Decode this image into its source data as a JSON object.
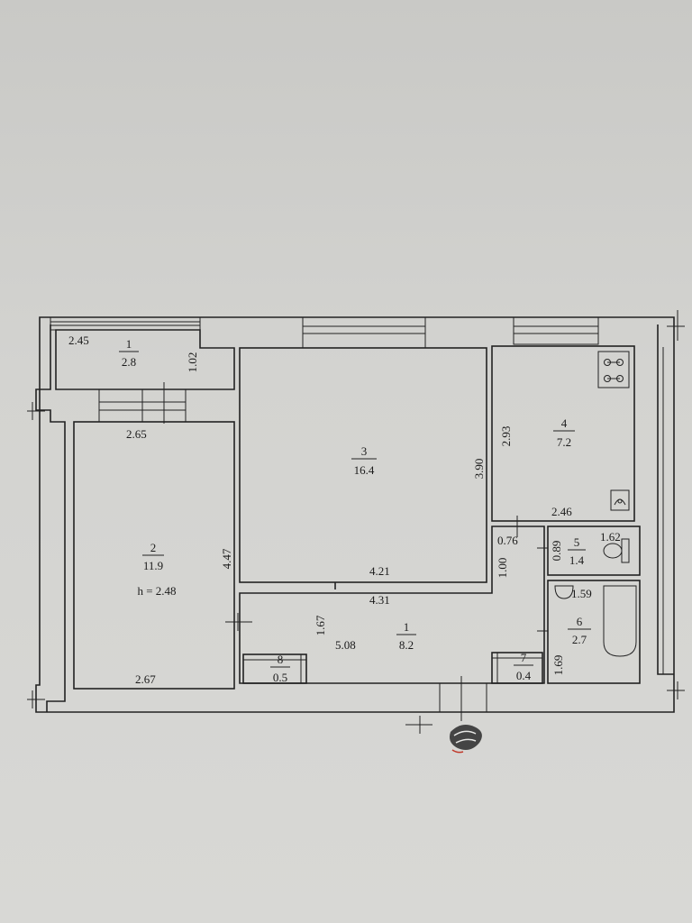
{
  "rooms": [
    {
      "number": "1",
      "area": "2.8"
    },
    {
      "number": "2",
      "area": "11.9",
      "height_note": "h = 2.48"
    },
    {
      "number": "3",
      "area": "16.4"
    },
    {
      "number": "4",
      "area": "7.2"
    },
    {
      "number": "5",
      "area": "1.4"
    },
    {
      "number": "6",
      "area": "2.7"
    },
    {
      "number": "1",
      "area": "8.2"
    },
    {
      "number": "7",
      "area": "0.4"
    },
    {
      "number": "8",
      "area": "0.5"
    }
  ],
  "dimensions": {
    "balcony_width": "2.45",
    "balcony_depth": "1.02",
    "room2_top": "2.65",
    "room2_side": "4.47",
    "room2_bottom": "2.67",
    "room3_side": "3.90",
    "room3_bottom_outer": "4.21",
    "hall_top": "4.31",
    "hall_side": "1.67",
    "hall_length": "5.08",
    "hall_end": "1.00",
    "hall_notch": "0.76",
    "kitchen_side": "2.93",
    "kitchen_bottom": "2.46",
    "wc_depth": "0.89",
    "wc_width": "1.62",
    "bath_width": "1.59",
    "bath_depth": "1.69"
  },
  "colors": {
    "paper": "#d3d3d0",
    "line": "#222222"
  }
}
